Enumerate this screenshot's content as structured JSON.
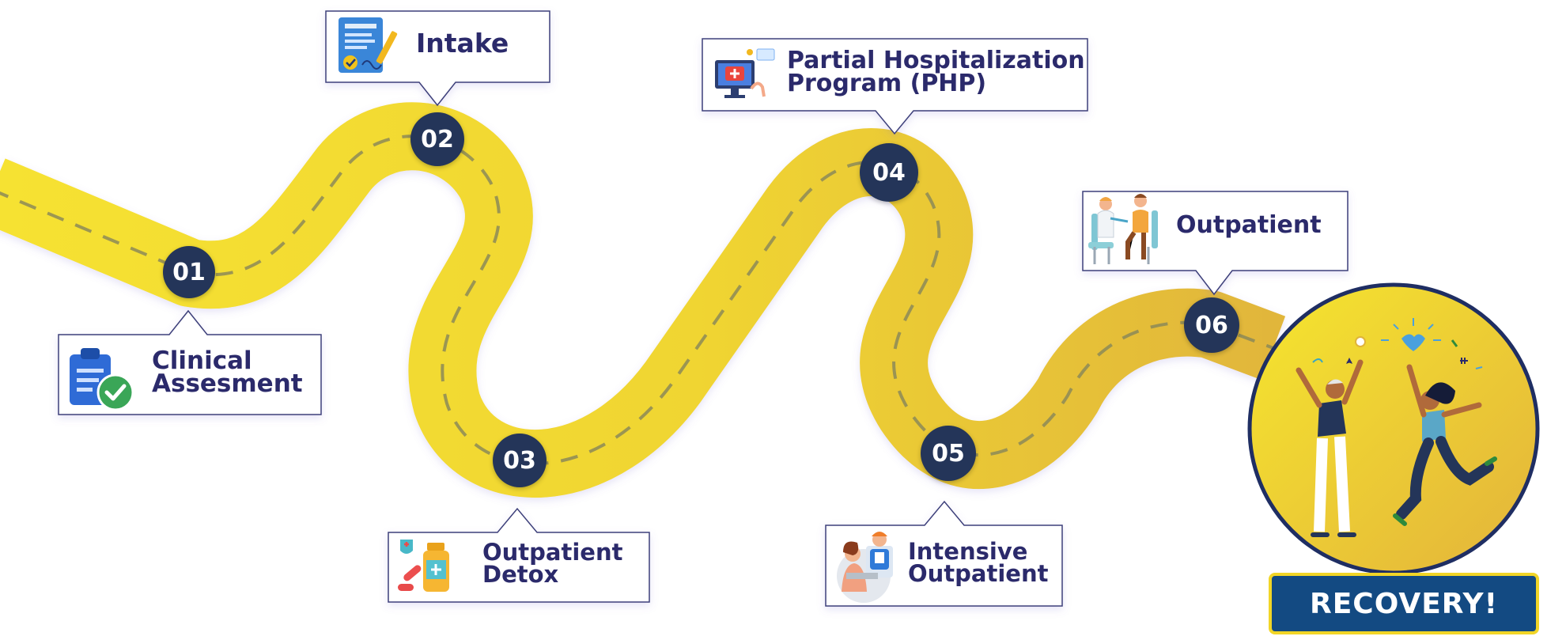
{
  "steps": [
    {
      "number": "01",
      "label_lines": [
        "Clinical",
        "Assesment"
      ],
      "icon": "clipboard-check-icon"
    },
    {
      "number": "02",
      "label_lines": [
        "Intake"
      ],
      "icon": "document-signature-icon"
    },
    {
      "number": "03",
      "label_lines": [
        "Outpatient",
        "Detox"
      ],
      "icon": "medicine-bottle-icon"
    },
    {
      "number": "04",
      "label_lines": [
        "Partial Hospitalization",
        "Program (PHP)"
      ],
      "icon": "medical-monitor-icon"
    },
    {
      "number": "05",
      "label_lines": [
        "Intensive",
        "Outpatient"
      ],
      "icon": "counselor-session-icon"
    },
    {
      "number": "06",
      "label_lines": [
        "Outpatient"
      ],
      "icon": "doctor-patient-icon"
    }
  ],
  "finish": {
    "label": "RECOVERY!",
    "icon": "celebrating-people-icon"
  },
  "colors": {
    "road": "#f3d935",
    "road_dark": "#e2b93a",
    "dash": "#8c8a58",
    "badge": "#243559",
    "text": "#2b2a6b",
    "button": "#134a82",
    "button_border": "#f1d527"
  }
}
